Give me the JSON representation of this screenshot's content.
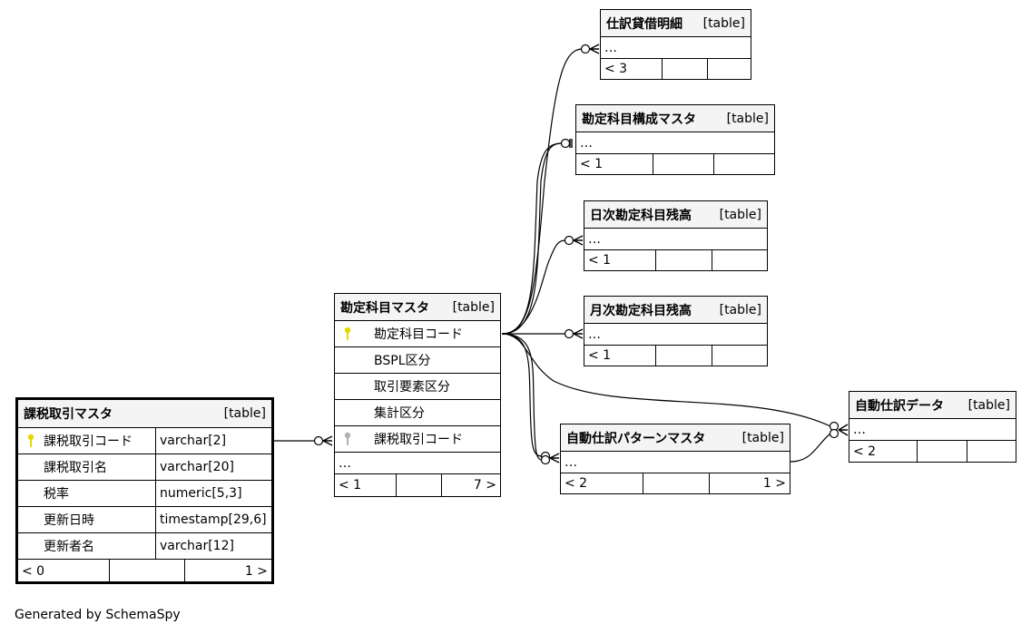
{
  "footer_text": "Generated by SchemaSpy",
  "colors": {
    "primary_key": "#e6d800",
    "foreign_key": "#b0b0b0",
    "header_bg": "#f4f4f4"
  },
  "tables": {
    "tax": {
      "name": "課税取引マスタ",
      "type": "[table]",
      "columns": [
        {
          "name": "課税取引コード",
          "datatype": "varchar[2]",
          "key": "primary-key-icon"
        },
        {
          "name": "課税取引名",
          "datatype": "varchar[20]"
        },
        {
          "name": "税率",
          "datatype": "numeric[5,3]"
        },
        {
          "name": "更新日時",
          "datatype": "timestamp[29,6]"
        },
        {
          "name": "更新者名",
          "datatype": "varchar[12]"
        }
      ],
      "parents": "< 0",
      "children": "1 >"
    },
    "account": {
      "name": "勘定科目マスタ",
      "type": "[table]",
      "columns": [
        {
          "name": "勘定科目コード",
          "key": "primary-key-icon"
        },
        {
          "name": "BSPL区分"
        },
        {
          "name": "取引要素区分"
        },
        {
          "name": "集計区分"
        },
        {
          "name": "課税取引コード",
          "key": "foreign-key-icon"
        }
      ],
      "ellipsis": "…",
      "parents": "< 1",
      "children": "7 >"
    },
    "journal_detail": {
      "name": "仕訳貸借明細",
      "type": "[table]",
      "ellipsis": "…",
      "parents": "< 3",
      "children": ""
    },
    "account_struct": {
      "name": "勘定科目構成マスタ",
      "type": "[table]",
      "ellipsis": "…",
      "parents": "< 1",
      "children": ""
    },
    "daily_balance": {
      "name": "日次勘定科目残高",
      "type": "[table]",
      "ellipsis": "…",
      "parents": "< 1",
      "children": ""
    },
    "monthly_balance": {
      "name": "月次勘定科目残高",
      "type": "[table]",
      "ellipsis": "…",
      "parents": "< 1",
      "children": ""
    },
    "auto_pattern": {
      "name": "自動仕訳パターンマスタ",
      "type": "[table]",
      "ellipsis": "…",
      "parents": "< 2",
      "children": "1 >"
    },
    "auto_data": {
      "name": "自動仕訳データ",
      "type": "[table]",
      "ellipsis": "…",
      "parents": "< 2",
      "children": ""
    }
  }
}
